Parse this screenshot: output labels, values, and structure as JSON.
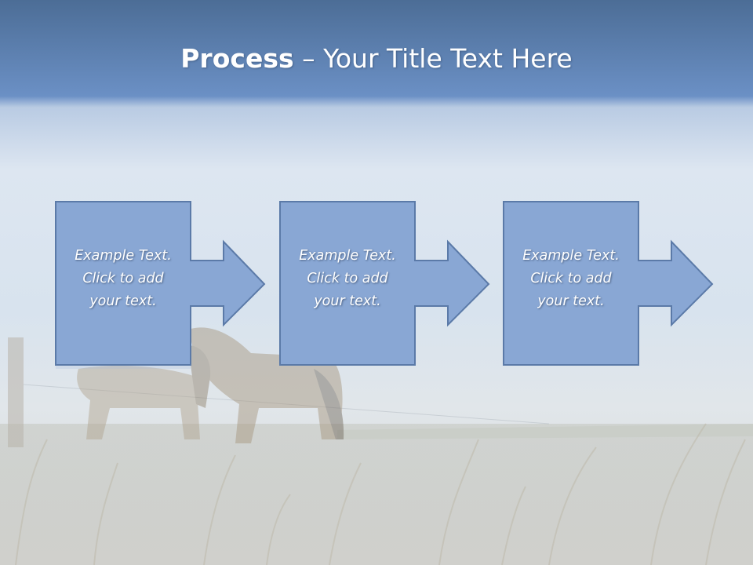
{
  "slide": {
    "title_bold": "Process",
    "title_rest": " – Your Title Text Here",
    "steps": [
      {
        "lines": [
          "Example Text.",
          "Click  to add",
          "your text."
        ]
      },
      {
        "lines": [
          "Example Text.",
          "Click  to add",
          "your text."
        ]
      },
      {
        "lines": [
          "Example Text.",
          "Click  to add",
          "your text."
        ]
      }
    ]
  },
  "colors": {
    "header_blue": "#6a8fc4",
    "box_fill": "#89a7d4",
    "box_stroke": "#5b7aa8",
    "text": "#ffffff"
  }
}
